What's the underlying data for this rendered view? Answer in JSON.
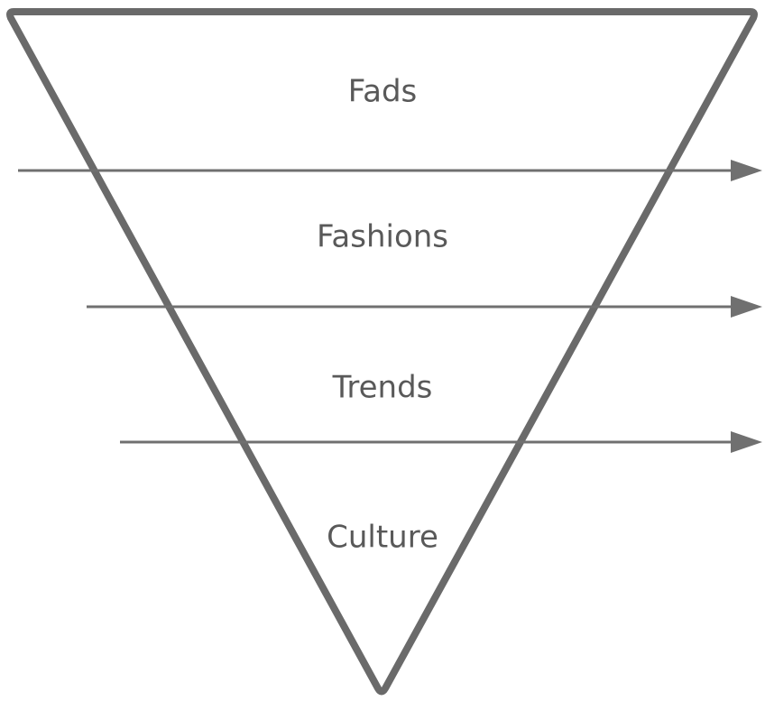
{
  "diagram": {
    "colors": {
      "outline": "#6a6a6a",
      "arrow": "#707070",
      "text": "#595959",
      "background": "#ffffff"
    },
    "layers": [
      {
        "label": "Fads"
      },
      {
        "label": "Fashions"
      },
      {
        "label": "Trends"
      },
      {
        "label": "Culture"
      }
    ]
  }
}
